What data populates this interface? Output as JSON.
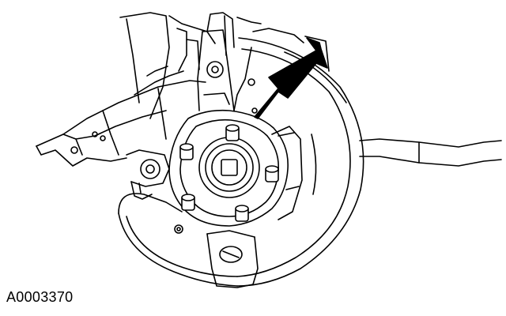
{
  "figure": {
    "id_label": "A0003370"
  },
  "colors": {
    "line": "#000000",
    "paper": "#ffffff"
  },
  "parts": {
    "arrow_icon": "callout-arrow",
    "hub_icon": "wheel-hub",
    "rotor_icon": "disc-rotor"
  }
}
